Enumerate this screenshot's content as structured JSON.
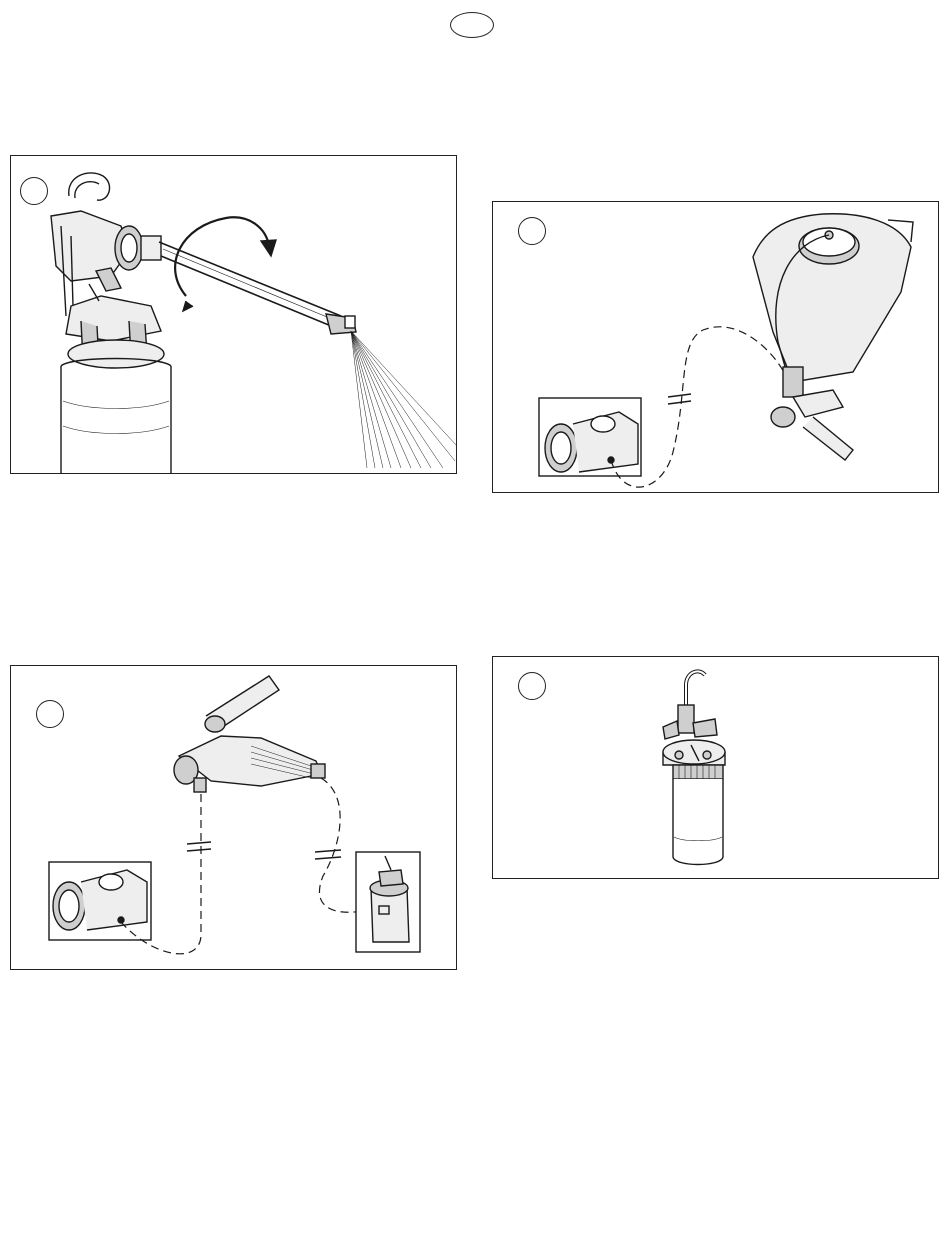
{
  "page": {
    "badge_text": ""
  },
  "panels": [
    {
      "id": "panel-1",
      "illustration": "spray-gun-extension-rotate",
      "step_label": ""
    },
    {
      "id": "panel-2",
      "illustration": "hopper-gun-connection",
      "step_label": ""
    },
    {
      "id": "panel-3",
      "illustration": "pressure-pot-gun-connection",
      "step_label": ""
    },
    {
      "id": "panel-4",
      "illustration": "pressure-container",
      "step_label": ""
    }
  ],
  "icons": {
    "rotate": "rotate-arrow-icon",
    "hose_break": "hose-break-icon",
    "spray_mist": "spray-mist-icon"
  },
  "colors": {
    "line": "#1a1a1a",
    "fill_light": "#eeeeee",
    "fill_mid": "#cfcfcf",
    "background": "#ffffff"
  }
}
